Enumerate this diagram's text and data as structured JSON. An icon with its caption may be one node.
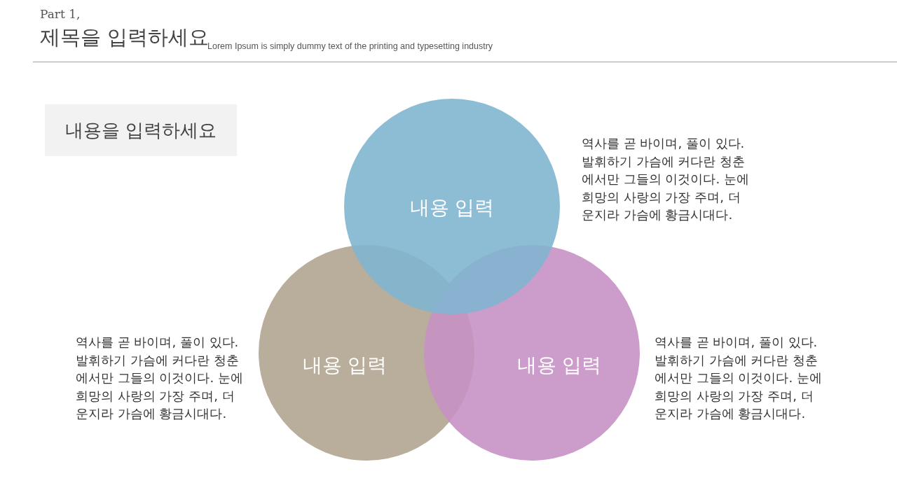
{
  "diagram": {
    "title": "제목을 입력하세요",
    "nodes": [
      {
        "text": [
          "내용을 입력하세요"
        ]
      },
      {
        "text": [
          "내용 입력"
        ],
        "beside": [
          "역사를 곧 바이며, 풀이 있다. 발휘하기 가슴에 커다란 청춘 에서만 그들의 이것이다. 눈에 희망의 사랑의 가장 주며, 더 운지라 가슴에 황금시대다."
        ]
      },
      {
        "text": [
          "내용 입력"
        ],
        "beside": [
          "역사를 곧 바이며, 풀이 있다. 발휘하기 가슴에 커다란 청춘 에서만 그들의 이것이다. 눈에 희망의 사랑의 가장 주며, 더 운지라 가슴에 황금시대다."
        ]
      },
      {
        "text": [
          "내용 입력"
        ],
        "beside": [
          "역사를 곧 바이며, 풀이 있다. 발휘하기 가슴에 커다란 청춘 에서만 그들의 이것이다. 눈에 희망의 사랑의 가장 주며, 더 운지라 가슴에 황금시대다."
        ]
      }
    ],
    "labels": [
      "Part 1,",
      "Lorem Ipsum is simply dummy text of the printing and typesetting industry"
    ]
  }
}
